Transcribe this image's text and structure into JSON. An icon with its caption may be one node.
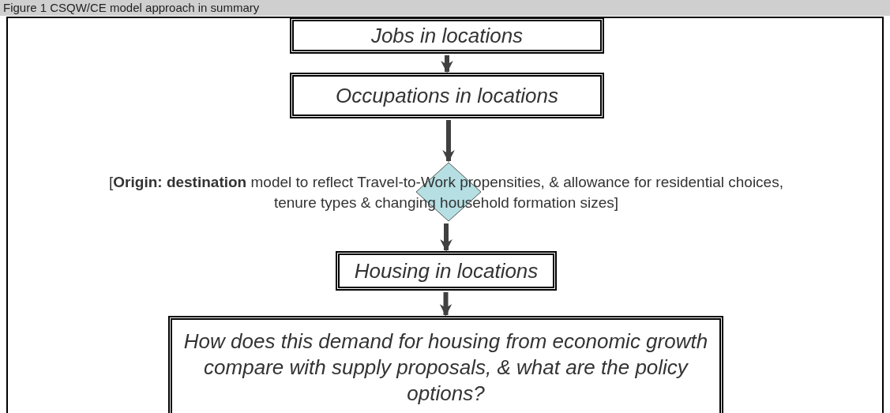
{
  "diagram": {
    "title": "Figure 1 CSQW/CE model approach in summary",
    "nodes": [
      {
        "text": [
          "Jobs in locations"
        ]
      },
      {
        "text": [
          "Occupations in locations"
        ]
      },
      {
        "text": [],
        "shape": "diamond"
      },
      {
        "text": [
          "Housing in locations"
        ]
      },
      {
        "text": [
          "How does this demand for housing from economic growth compare with supply proposals, & what are the policy options?"
        ]
      }
    ],
    "edges": [
      {
        "from": 0,
        "to": 1,
        "arrow": "to"
      },
      {
        "from": 1,
        "to": 2,
        "arrow": "to"
      },
      {
        "from": 2,
        "to": 3,
        "arrow": "to"
      },
      {
        "from": 3,
        "to": 4,
        "arrow": "to"
      }
    ],
    "labels": [
      "[**Origin: destination** model to reflect Travel-to-Work propensities, & allowance for residential choices, tenure types & changing household formation sizes]"
    ]
  }
}
